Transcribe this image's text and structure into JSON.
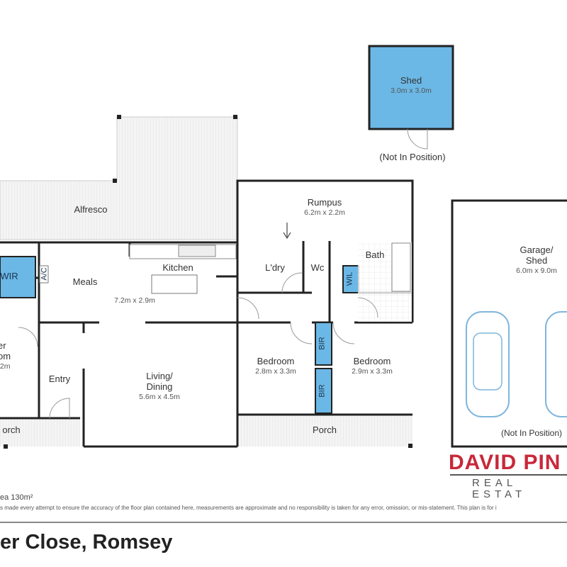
{
  "plan": {
    "rooms": [
      {
        "id": "shed",
        "name": "Shed",
        "dims": "3.0m x 3.0m"
      },
      {
        "id": "alfresco",
        "name": "Alfresco"
      },
      {
        "id": "rumpus",
        "name": "Rumpus",
        "dims": "6.2m x 2.2m"
      },
      {
        "id": "garage",
        "name": "Garage/\nShed",
        "dims": "6.0m x 9.0m"
      },
      {
        "id": "wir",
        "name": "WIR"
      },
      {
        "id": "meals",
        "name": "Meals"
      },
      {
        "id": "kitchen",
        "name": "Kitchen",
        "dims": "7.2m x 2.9m"
      },
      {
        "id": "laundry",
        "name": "L'dry"
      },
      {
        "id": "wc",
        "name": "Wc"
      },
      {
        "id": "bath",
        "name": "Bath"
      },
      {
        "id": "wil",
        "name": "WIL"
      },
      {
        "id": "master",
        "name": "er\nom",
        "dims": ".2m"
      },
      {
        "id": "entry",
        "name": "Entry"
      },
      {
        "id": "living",
        "name": "Living/\nDining",
        "dims": "5.6m x 4.5m"
      },
      {
        "id": "bed2",
        "name": "Bedroom",
        "dims": "2.8m x 3.3m"
      },
      {
        "id": "bed3",
        "name": "Bedroom",
        "dims": "2.9m x 3.3m"
      },
      {
        "id": "bir1",
        "name": "BIR"
      },
      {
        "id": "bir2",
        "name": "BIR"
      },
      {
        "id": "porch_left",
        "name": "orch"
      },
      {
        "id": "porch_right",
        "name": "Porch"
      }
    ],
    "ac_label": "A/C",
    "shed_note": "(Not In Position)",
    "garage_note": "(Not In Position)"
  },
  "logo": {
    "line1": "DAVID PIN",
    "line2": "REAL ESTAT"
  },
  "footer": {
    "area": "ea 130m²",
    "disclaimer": "s made every attempt to ensure the accuracy of the floor plan contained here, measurements are approximate and no responsibility is taken for any error, omission, or mis-statement. This plan is for i",
    "title": "er Close, Romsey"
  },
  "colors": {
    "blue": "#6bb8e6",
    "wall": "#222222",
    "brand": "#c8283a"
  }
}
